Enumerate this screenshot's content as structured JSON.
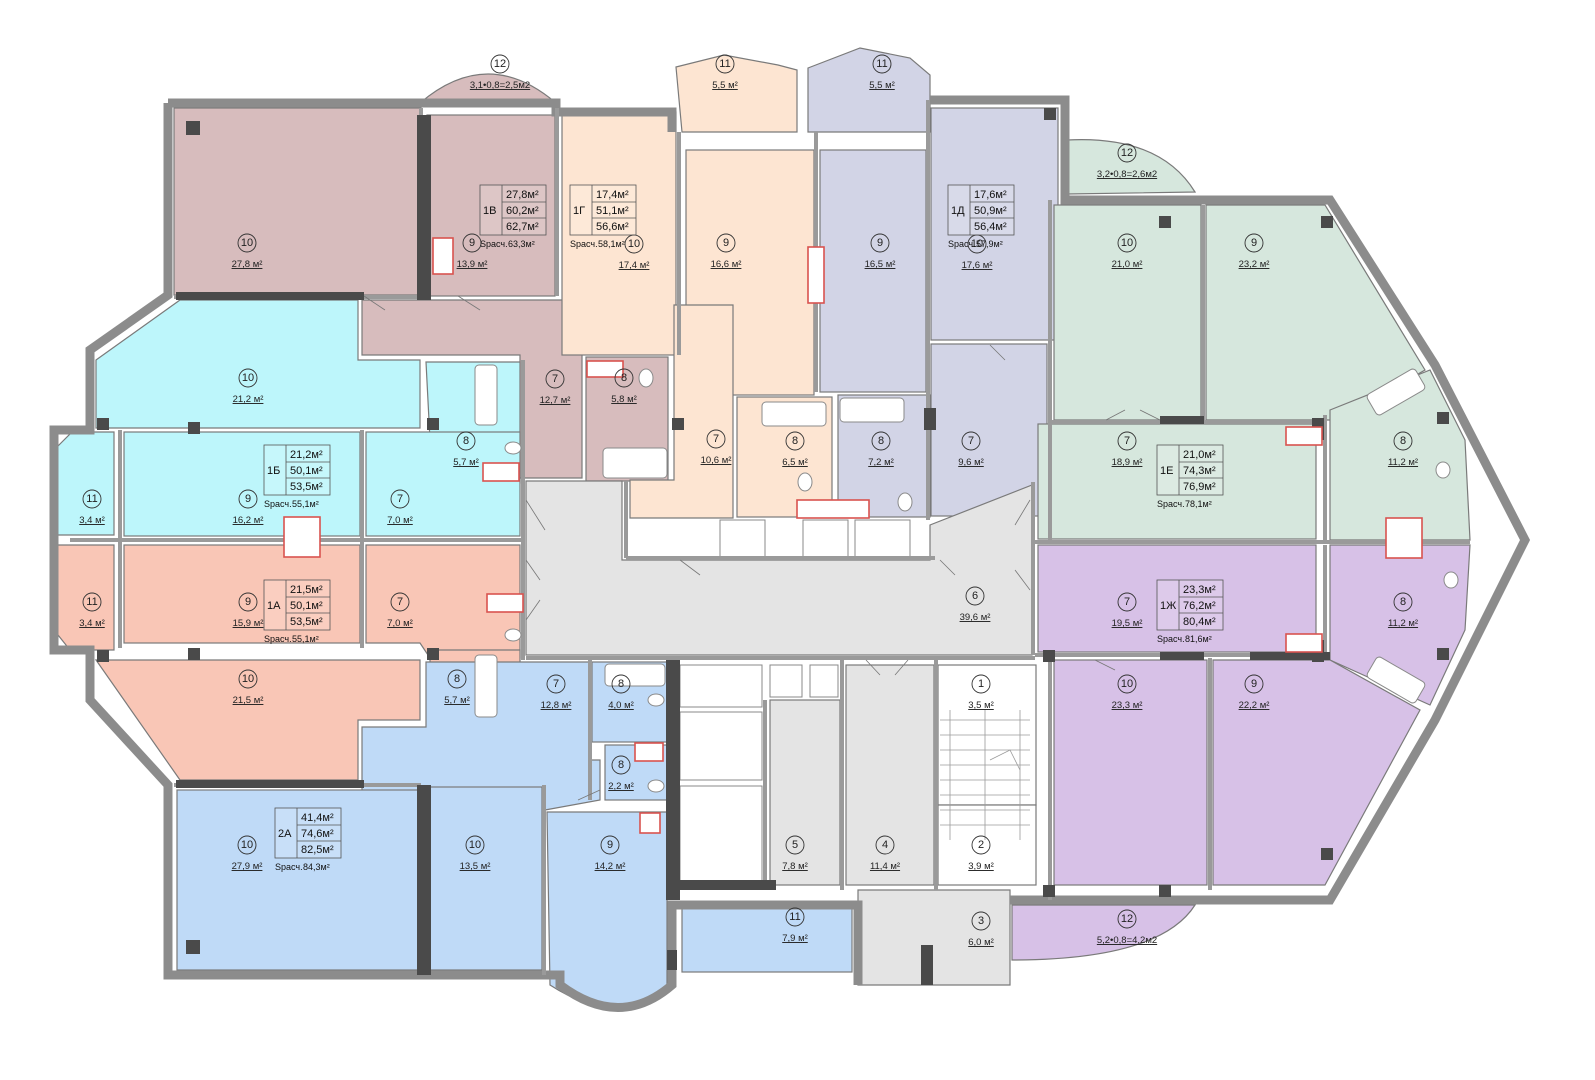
{
  "colors": {
    "apt_1v": "#d7bcbd",
    "apt_1g": "#fde5d2",
    "apt_1d": "#d2d4e6",
    "apt_1e": "#d6e7dd",
    "apt_1b": "#bdf6fb",
    "apt_1a": "#f9c6b6",
    "apt_2a": "#bfdaf7",
    "apt_1zh": "#d7c1e7",
    "common": "#e4e4e4",
    "wall": "#8c8c8c"
  },
  "rooms": [
    {
      "key": "r_1v_10",
      "n": "10",
      "area": "27,8 м²",
      "fill": "#d7bcbd"
    },
    {
      "key": "r_1v_9",
      "n": "9",
      "area": "13,9 м²",
      "fill": "#d7bcbd"
    },
    {
      "key": "r_1v_12",
      "n": "12",
      "area": "3,1•0,8=2,5м2",
      "fill": "#d7bcbd"
    },
    {
      "key": "r_1v_7",
      "n": "7",
      "area": "12,7 м²",
      "fill": "#d7bcbd"
    },
    {
      "key": "r_1v_8",
      "n": "8",
      "area": "5,8 м²",
      "fill": "#d7bcbd"
    },
    {
      "key": "r_1g_10",
      "n": "10",
      "area": "17,4 м²",
      "fill": "#fde5d2"
    },
    {
      "key": "r_1g_9",
      "n": "9",
      "area": "16,6 м²",
      "fill": "#fde5d2"
    },
    {
      "key": "r_1g_11",
      "n": "11",
      "area": "5,5 м²",
      "fill": "#fde5d2"
    },
    {
      "key": "r_1g_7",
      "n": "7",
      "area": "10,6 м²",
      "fill": "#fde5d2"
    },
    {
      "key": "r_1g_8",
      "n": "8",
      "area": "6,5 м²",
      "fill": "#fde5d2"
    },
    {
      "key": "r_1d_9",
      "n": "9",
      "area": "16,5 м²",
      "fill": "#d2d4e6"
    },
    {
      "key": "r_1d_11",
      "n": "11",
      "area": "5,5 м²",
      "fill": "#d2d4e6"
    },
    {
      "key": "r_1d_10",
      "n": "10",
      "area": "17,6 м²",
      "fill": "#d2d4e6"
    },
    {
      "key": "r_1d_8",
      "n": "8",
      "area": "7,2 м²",
      "fill": "#d2d4e6"
    },
    {
      "key": "r_1d_7",
      "n": "7",
      "area": "9,6 м²",
      "fill": "#d2d4e6"
    },
    {
      "key": "r_1e_12",
      "n": "12",
      "area": "3,2•0,8=2,6м2",
      "fill": "#d6e7dd"
    },
    {
      "key": "r_1e_10",
      "n": "10",
      "area": "21,0 м²",
      "fill": "#d6e7dd"
    },
    {
      "key": "r_1e_9",
      "n": "9",
      "area": "23,2 м²",
      "fill": "#d6e7dd"
    },
    {
      "key": "r_1e_7",
      "n": "7",
      "area": "18,9 м²",
      "fill": "#d6e7dd"
    },
    {
      "key": "r_1e_8",
      "n": "8",
      "area": "11,2 м²",
      "fill": "#d6e7dd"
    },
    {
      "key": "r_1b_10",
      "n": "10",
      "area": "21,2 м²",
      "fill": "#bdf6fb"
    },
    {
      "key": "r_1b_8",
      "n": "8",
      "area": "5,7 м²",
      "fill": "#bdf6fb"
    },
    {
      "key": "r_1b_11",
      "n": "11",
      "area": "3,4 м²",
      "fill": "#bdf6fb"
    },
    {
      "key": "r_1b_9",
      "n": "9",
      "area": "16,2 м²",
      "fill": "#bdf6fb"
    },
    {
      "key": "r_1b_7",
      "n": "7",
      "area": "7,0 м²",
      "fill": "#bdf6fb"
    },
    {
      "key": "r_1a_11",
      "n": "11",
      "area": "3,4 м²",
      "fill": "#f9c6b6"
    },
    {
      "key": "r_1a_9",
      "n": "9",
      "area": "15,9 м²",
      "fill": "#f9c6b6"
    },
    {
      "key": "r_1a_7",
      "n": "7",
      "area": "7,0 м²",
      "fill": "#f9c6b6"
    },
    {
      "key": "r_1a_10",
      "n": "10",
      "area": "21,5 м²",
      "fill": "#f9c6b6"
    },
    {
      "key": "r_1a_8",
      "n": "8",
      "area": "5,7 м²",
      "fill": "#f9c6b6"
    },
    {
      "key": "r_6",
      "n": "6",
      "area": "39,6 м²",
      "fill": "#e4e4e4"
    },
    {
      "key": "r_1zh_7",
      "n": "7",
      "area": "19,5 м²",
      "fill": "#d7c1e7"
    },
    {
      "key": "r_1zh_8",
      "n": "8",
      "area": "11,2 м²",
      "fill": "#d7c1e7"
    },
    {
      "key": "r_1zh_10",
      "n": "10",
      "area": "23,3 м²",
      "fill": "#d7c1e7"
    },
    {
      "key": "r_1zh_9",
      "n": "9",
      "area": "22,2 м²",
      "fill": "#d7c1e7"
    },
    {
      "key": "r_1zh_12",
      "n": "12",
      "area": "5,2•0,8=4,2м2",
      "fill": "#d7c1e7"
    },
    {
      "key": "r_2a_7",
      "n": "7",
      "area": "12,8 м²",
      "fill": "#bfdaf7"
    },
    {
      "key": "r_2a_8a",
      "n": "8",
      "area": "4,0 м²",
      "fill": "#bfdaf7"
    },
    {
      "key": "r_2a_8b",
      "n": "8",
      "area": "2,2 м²",
      "fill": "#bfdaf7"
    },
    {
      "key": "r_2a_10a",
      "n": "10",
      "area": "27,9 м²",
      "fill": "#bfdaf7"
    },
    {
      "key": "r_2a_10b",
      "n": "10",
      "area": "13,5 м²",
      "fill": "#bfdaf7"
    },
    {
      "key": "r_2a_9",
      "n": "9",
      "area": "14,2 м²",
      "fill": "#bfdaf7"
    },
    {
      "key": "r_2a_11",
      "n": "11",
      "area": "7,9 м²",
      "fill": "#bfdaf7"
    },
    {
      "key": "r_1",
      "n": "1",
      "area": "3,5 м²",
      "fill": "#ffffff"
    },
    {
      "key": "r_2",
      "n": "2",
      "area": "3,9 м²",
      "fill": "#ffffff"
    },
    {
      "key": "r_3",
      "n": "3",
      "area": "6,0 м²",
      "fill": "#e4e4e4"
    },
    {
      "key": "r_4",
      "n": "4",
      "area": "11,4 м²",
      "fill": "#e4e4e4"
    },
    {
      "key": "r_5",
      "n": "5",
      "area": "7,8 м²",
      "fill": "#e4e4e4"
    }
  ],
  "apartments": [
    {
      "key": "apt_1v",
      "id": "1В",
      "living": "27,8м²",
      "total": "60,2м²",
      "gross": "62,7м²",
      "calc_label": "Sрасч.",
      "calc": "63,3м²"
    },
    {
      "key": "apt_1g",
      "id": "1Г",
      "living": "17,4м²",
      "total": "51,1м²",
      "gross": "56,6м²",
      "calc_label": "Sрасч.",
      "calc": "58,1м²"
    },
    {
      "key": "apt_1d",
      "id": "1Д",
      "living": "17,6м²",
      "total": "50,9м²",
      "gross": "56,4м²",
      "calc_label": "Sрасч.",
      "calc": "57,9м²"
    },
    {
      "key": "apt_1b",
      "id": "1Б",
      "living": "21,2м²",
      "total": "50,1м²",
      "gross": "53,5м²",
      "calc_label": "Sрасч.",
      "calc": "55,1м²"
    },
    {
      "key": "apt_1e",
      "id": "1Е",
      "living": "21,0м²",
      "total": "74,3м²",
      "gross": "76,9м²",
      "calc_label": "Sрасч.",
      "calc": "78,1м²"
    },
    {
      "key": "apt_1a",
      "id": "1А",
      "living": "21,5м²",
      "total": "50,1м²",
      "gross": "53,5м²",
      "calc_label": "Sрасч.",
      "calc": "55,1м²"
    },
    {
      "key": "apt_1zh",
      "id": "1Ж",
      "living": "23,3м²",
      "total": "76,2м²",
      "gross": "80,4м²",
      "calc_label": "Sрасч.",
      "calc": "81,6м²"
    },
    {
      "key": "apt_2a",
      "id": "2А",
      "living": "41,4м²",
      "total": "74,6м²",
      "gross": "82,5м²",
      "calc_label": "Sрасч.",
      "calc": "84,3м²"
    }
  ]
}
